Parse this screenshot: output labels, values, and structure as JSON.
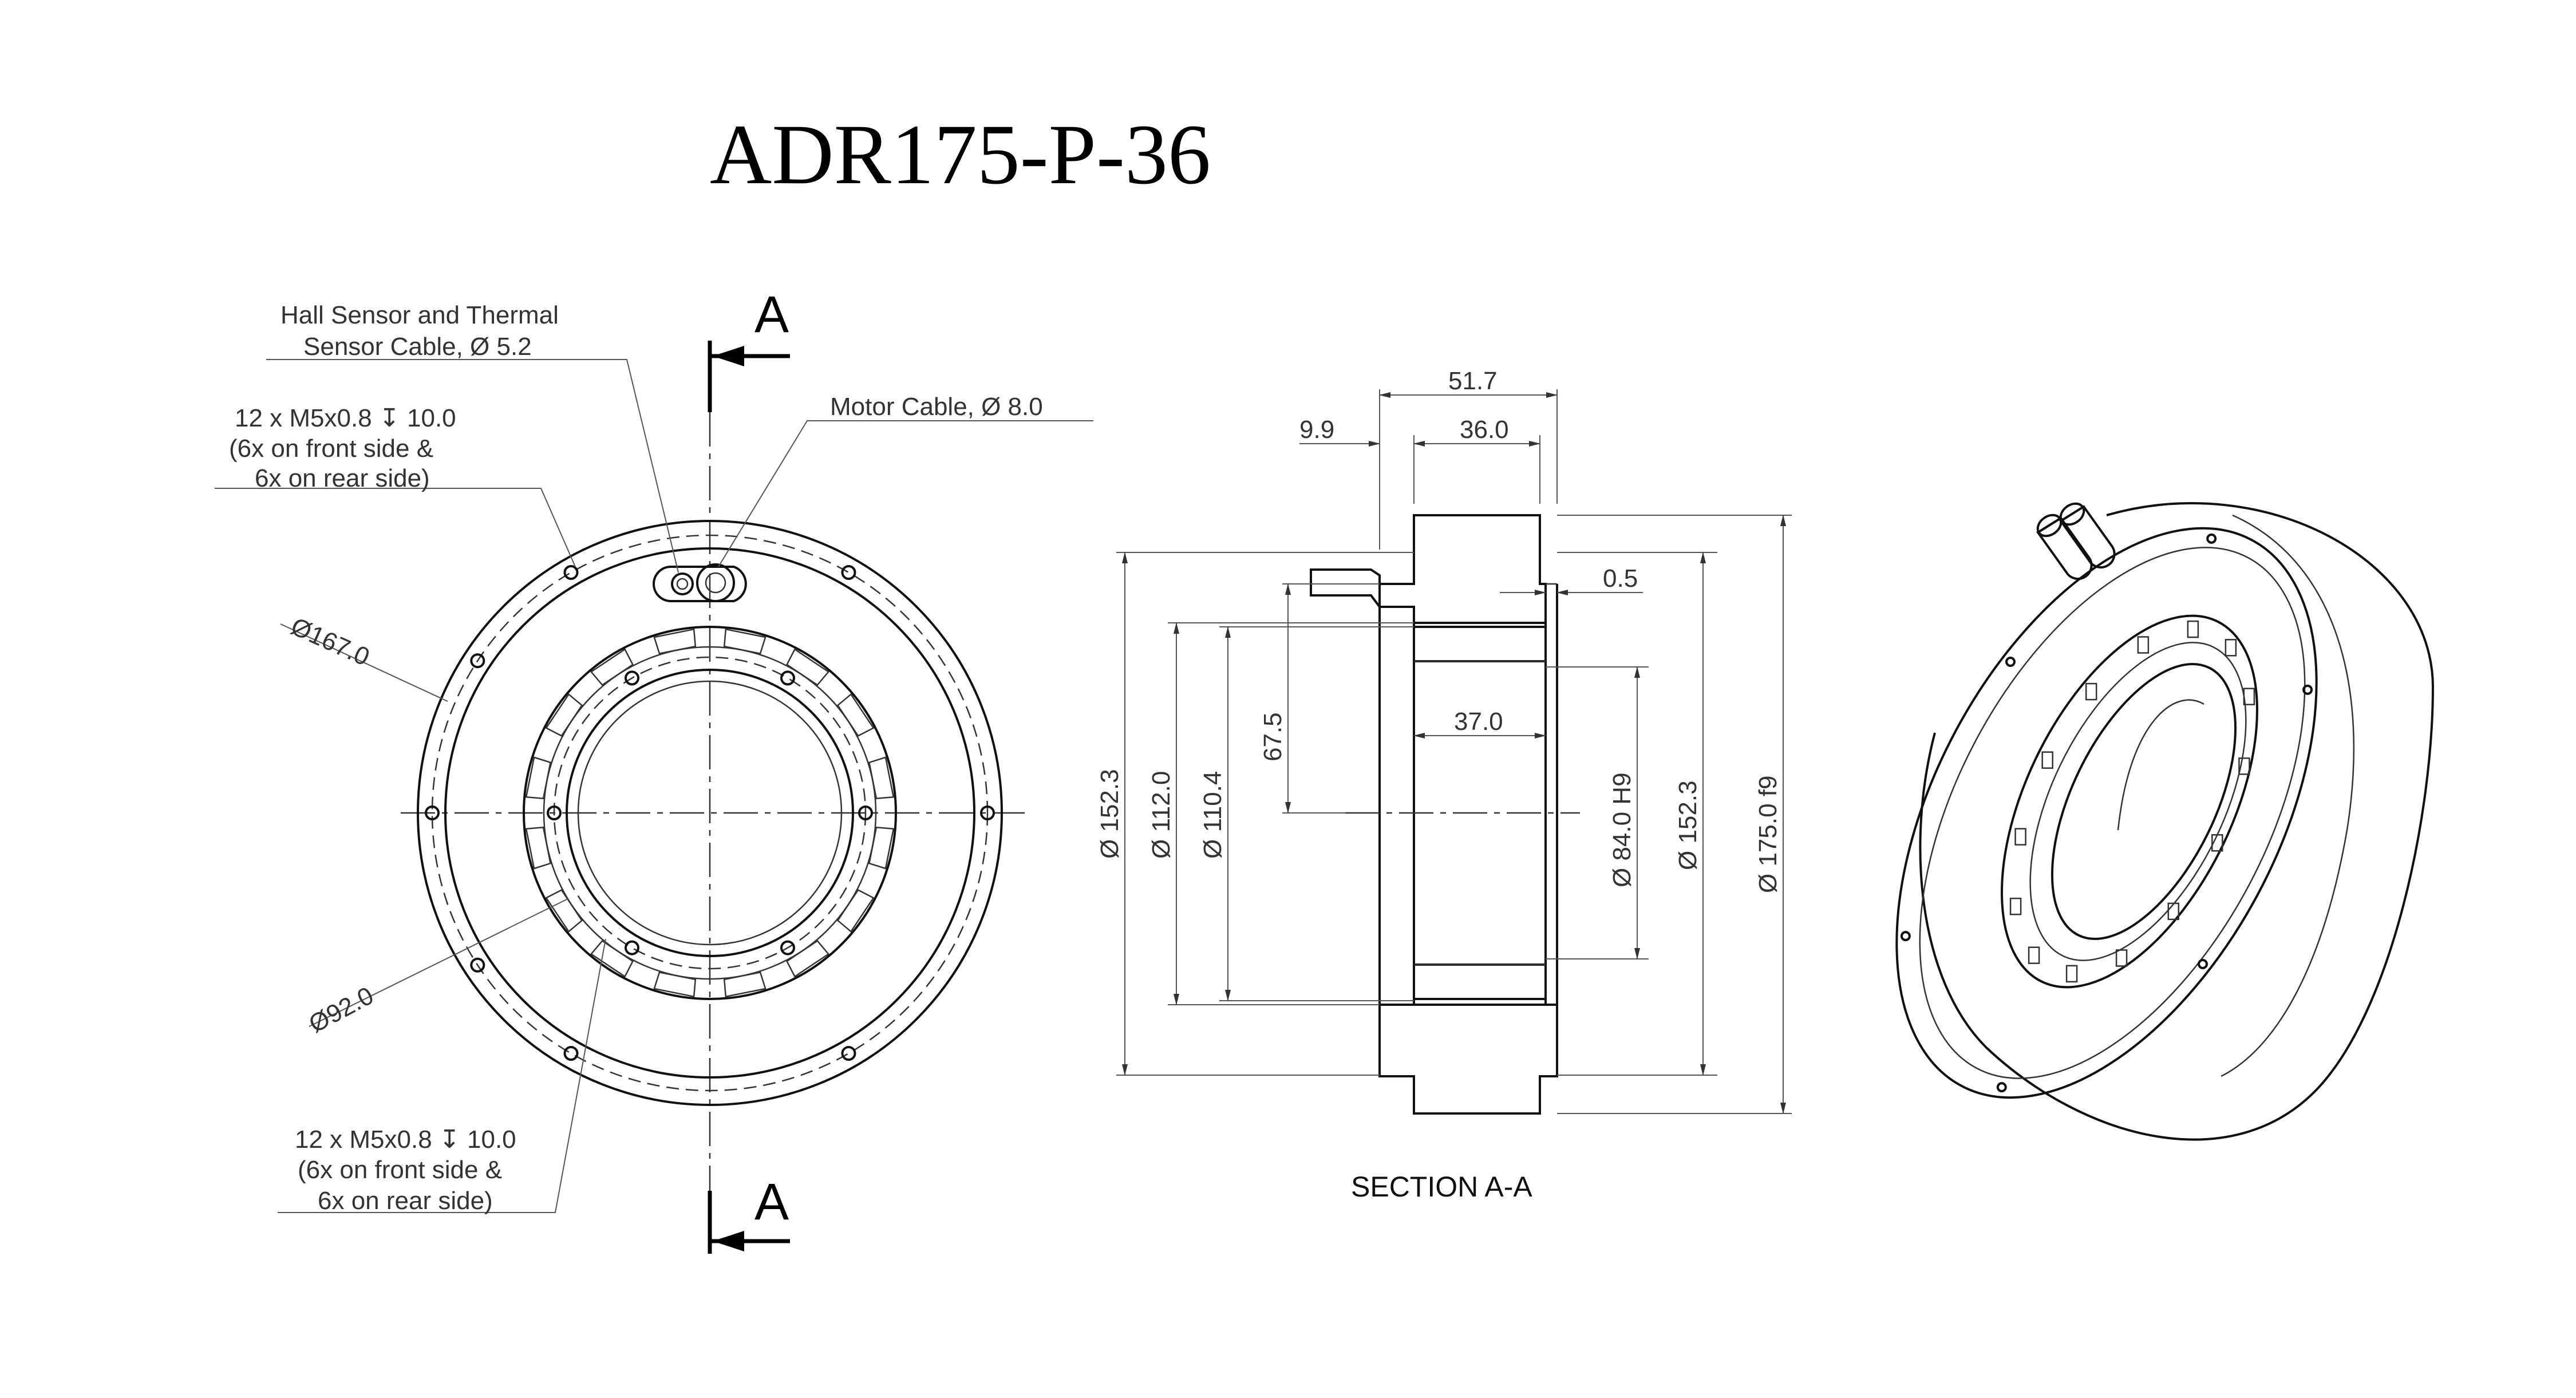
{
  "title": "ADR175-P-36",
  "front_view": {
    "section_marker": "A",
    "notes": {
      "hall_sensor_line1": "Hall Sensor and Thermal",
      "hall_sensor_line2": "Sensor Cable, Ø 5.2",
      "motor_cable": "Motor Cable, Ø 8.0",
      "holes_top_line1": "12 x M5x0.8 ↧ 10.0",
      "holes_top_line2": "(6x on front side &",
      "holes_top_line3": "6x on rear side)",
      "holes_bottom_line1": "12 x M5x0.8 ↧ 10.0",
      "holes_bottom_line2": "(6x on front side &",
      "holes_bottom_line3": "6x on rear side)"
    },
    "dims": {
      "d167": "Ø167.0",
      "d92": "Ø92.0"
    }
  },
  "section_view": {
    "label": "SECTION A-A",
    "dims": {
      "w51_7": "51.7",
      "w9_9": "9.9",
      "w36_0": "36.0",
      "w0_5": "0.5",
      "w37_0": "37.0",
      "h67_5": "67.5",
      "d152_3_left": "Ø 152.3",
      "d112_0": "Ø 112.0",
      "d110_4": "Ø 110.4",
      "d84_0": "Ø 84.0 H9",
      "d152_3_right": "Ø 152.3",
      "d175_0": "Ø 175.0 f9"
    }
  },
  "iso_view": {}
}
